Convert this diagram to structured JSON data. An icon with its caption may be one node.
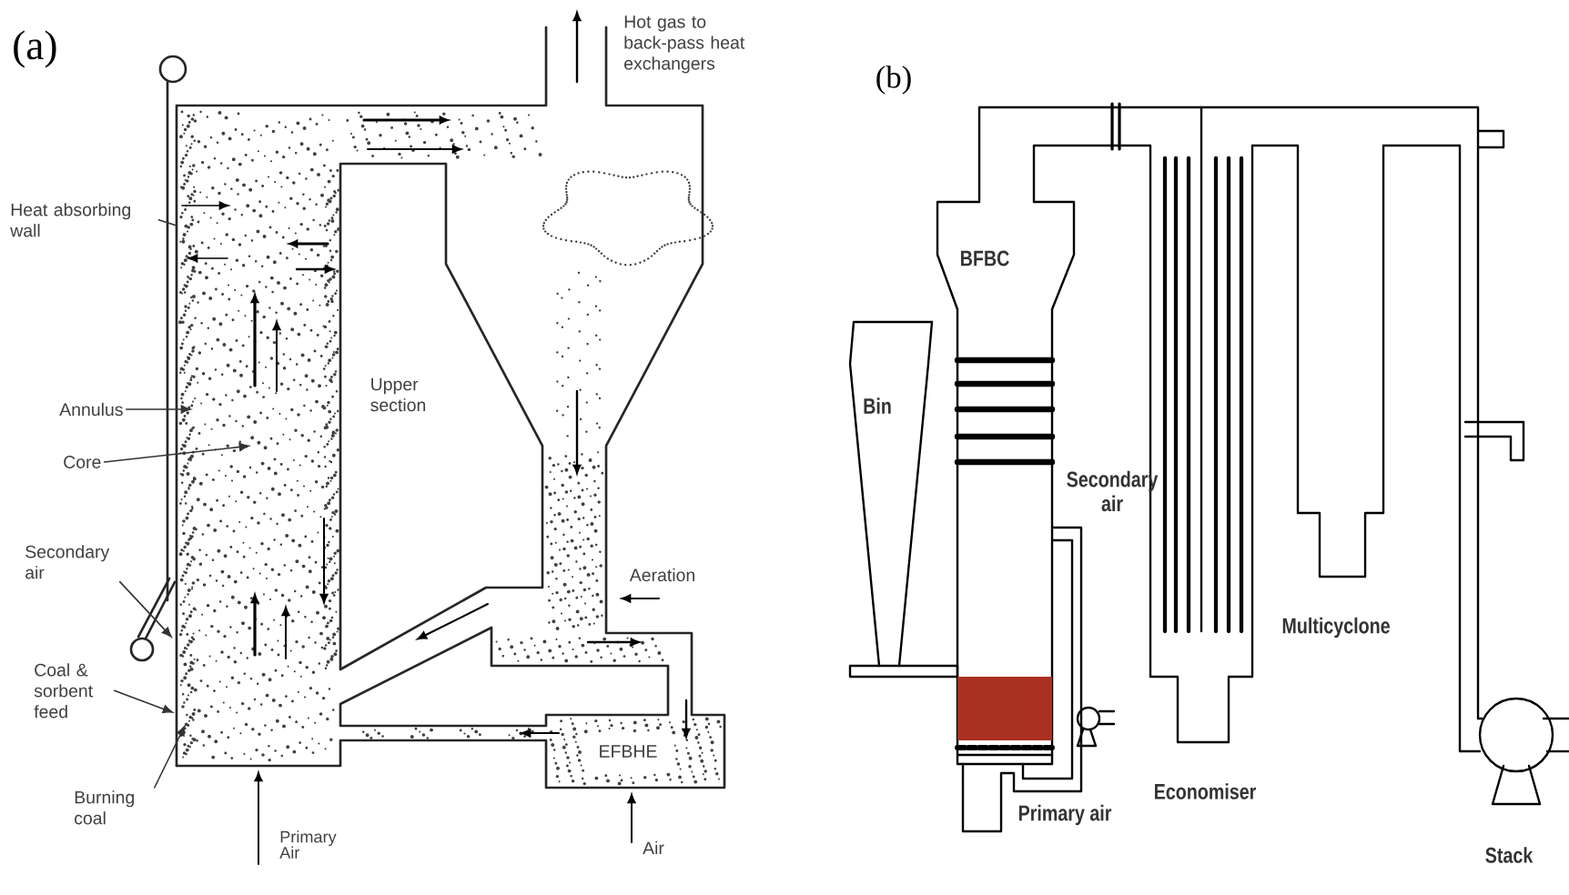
{
  "diagram": {
    "nodes": [
      {
        "text": [
          "Heat absorbing wall"
        ]
      },
      {
        "text": [
          "Annulus"
        ]
      },
      {
        "text": [
          "Core"
        ]
      },
      {
        "text": [
          "Secondary air"
        ]
      },
      {
        "text": [
          "Coal & sorbent feed"
        ]
      },
      {
        "text": [
          "Burning coal"
        ]
      },
      {
        "text": [
          "Bin"
        ]
      }
    ],
    "edges": [
      {
        "from": 0,
        "to": null,
        "arrow": "none"
      },
      {
        "from": 1,
        "to": null,
        "arrow": "to"
      },
      {
        "from": 2,
        "to": null,
        "arrow": "to"
      },
      {
        "from": 3,
        "to": null,
        "arrow": "to"
      },
      {
        "from": 4,
        "to": null,
        "arrow": "to"
      },
      {
        "from": 5,
        "to": null,
        "arrow": "to"
      }
    ],
    "labels": [
      "(a)",
      "Hot gas to back-pass heat exchangers",
      "Upper section",
      "Aeration",
      "EFBHE",
      "Primary Air",
      "Air",
      "(b)",
      "BFBC",
      "Secondary air",
      "Primary air",
      "Economiser",
      "Multicyclone",
      "Stack"
    ]
  }
}
